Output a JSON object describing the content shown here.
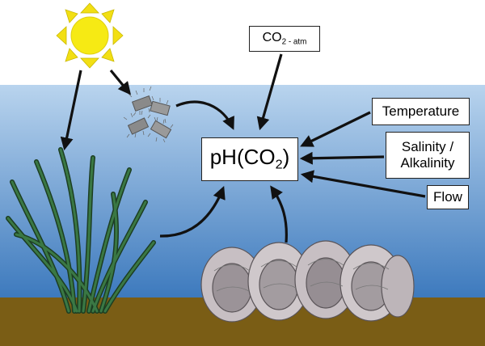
{
  "colors": {
    "sky": "#ffffff",
    "water_top": "#b9d4ee",
    "water_bottom": "#3c79bd",
    "sediment": "#7a5d15",
    "sun": "#f6ea14",
    "sun_ray": "#f2df14",
    "seagrass": "#2f6436",
    "oyster": "#b8b0b4",
    "arrow": "#111111"
  },
  "icons": [
    "sun-icon",
    "phytoplankton-icon",
    "seagrass-icon",
    "oyster-icon"
  ],
  "nodes": {
    "center": {
      "prefix": "pH(CO",
      "sub": "2",
      "suffix": ")"
    },
    "co2_atm": {
      "prefix": "CO",
      "sub": "2 - atm"
    },
    "temperature": "Temperature",
    "salinity_line1": "Salinity /",
    "salinity_line2": "Alkalinity",
    "flow": "Flow"
  }
}
